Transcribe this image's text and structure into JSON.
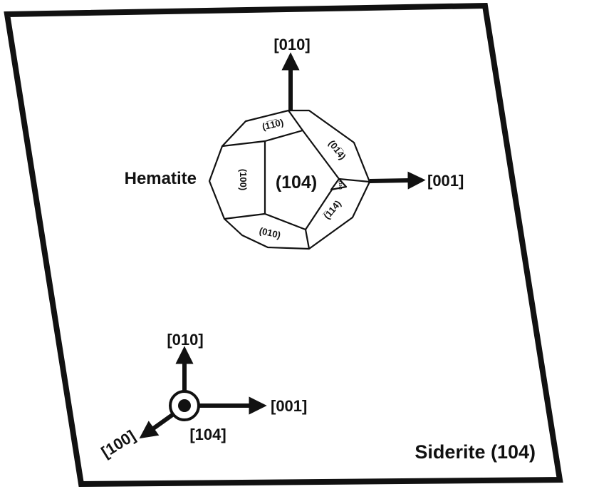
{
  "substrate": {
    "label": "Siderite (104)"
  },
  "crystal": {
    "label": "Hematite",
    "center_face": "(104)",
    "faces": {
      "top": "(1̅1̅0)",
      "top_right": "(01̅4)",
      "left": "(100)",
      "bottom": "(010)",
      "bottom_right": "(̅114)",
      "small": "(100)"
    },
    "axes": {
      "up": "[010]",
      "right": "[001]"
    }
  },
  "reference_axes": {
    "up": "[010]",
    "right": "[001]",
    "down_left": "[100]",
    "out_of_plane": "[104]"
  }
}
